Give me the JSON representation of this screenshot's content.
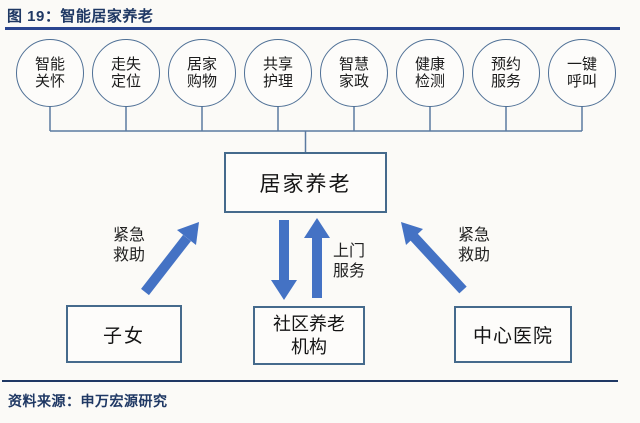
{
  "title": "图 19：智能居家养老",
  "services": [
    {
      "line1": "智能",
      "line2": "关怀"
    },
    {
      "line1": "走失",
      "line2": "定位"
    },
    {
      "line1": "居家",
      "line2": "购物"
    },
    {
      "line1": "共享",
      "line2": "护理"
    },
    {
      "line1": "智慧",
      "line2": "家政"
    },
    {
      "line1": "健康",
      "line2": "检测"
    },
    {
      "line1": "预约",
      "line2": "服务"
    },
    {
      "line1": "一键",
      "line2": "呼叫"
    }
  ],
  "center_node": {
    "label": "居家养老"
  },
  "bottom_nodes": {
    "children": {
      "label": "子女"
    },
    "community": {
      "line1": "社区养老",
      "line2": "机构"
    },
    "hospital": {
      "label": "中心医院"
    }
  },
  "edge_labels": {
    "children_emergency": {
      "line1": "紧急",
      "line2": "救助"
    },
    "home_visit": {
      "line1": "上门",
      "line2": "服务"
    },
    "hospital_emergency": {
      "line1": "紧急",
      "line2": "救助"
    }
  },
  "footer": {
    "source": "资料来源：申万宏源研究"
  },
  "colors": {
    "title_navy": "#1f3864",
    "rule_blue": "#2a4590",
    "arrow_blue": "#4472c4",
    "node_border": "#456a8c",
    "circle_border": "#4f7096",
    "connector_line": "#5b7aa0"
  }
}
